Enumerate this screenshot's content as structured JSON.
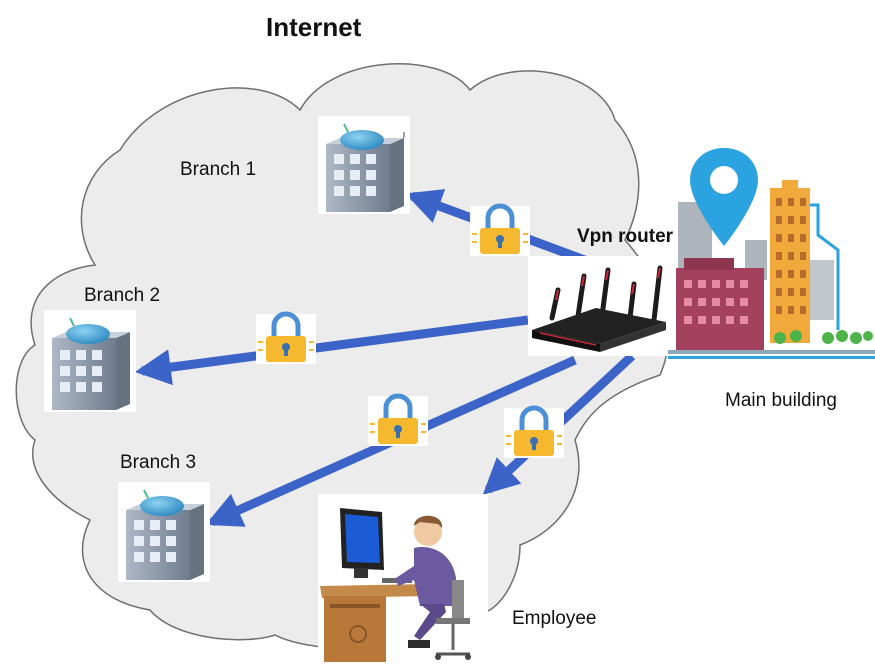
{
  "diagram": {
    "title": "Internet",
    "nodes": {
      "branch1": "Branch 1",
      "branch2": "Branch 2",
      "branch3": "Branch 3",
      "router": "Vpn router",
      "main": "Main building",
      "employee": "Employee"
    }
  },
  "colors": {
    "cloud_fill": "#ececec",
    "cloud_stroke": "#6f6f6f",
    "link": "#3c64c8",
    "lock_body": "#f5b82e",
    "lock_shackle": "#4b8fd6",
    "building": "#8a96a6",
    "router_top": "#4fa9d8"
  }
}
